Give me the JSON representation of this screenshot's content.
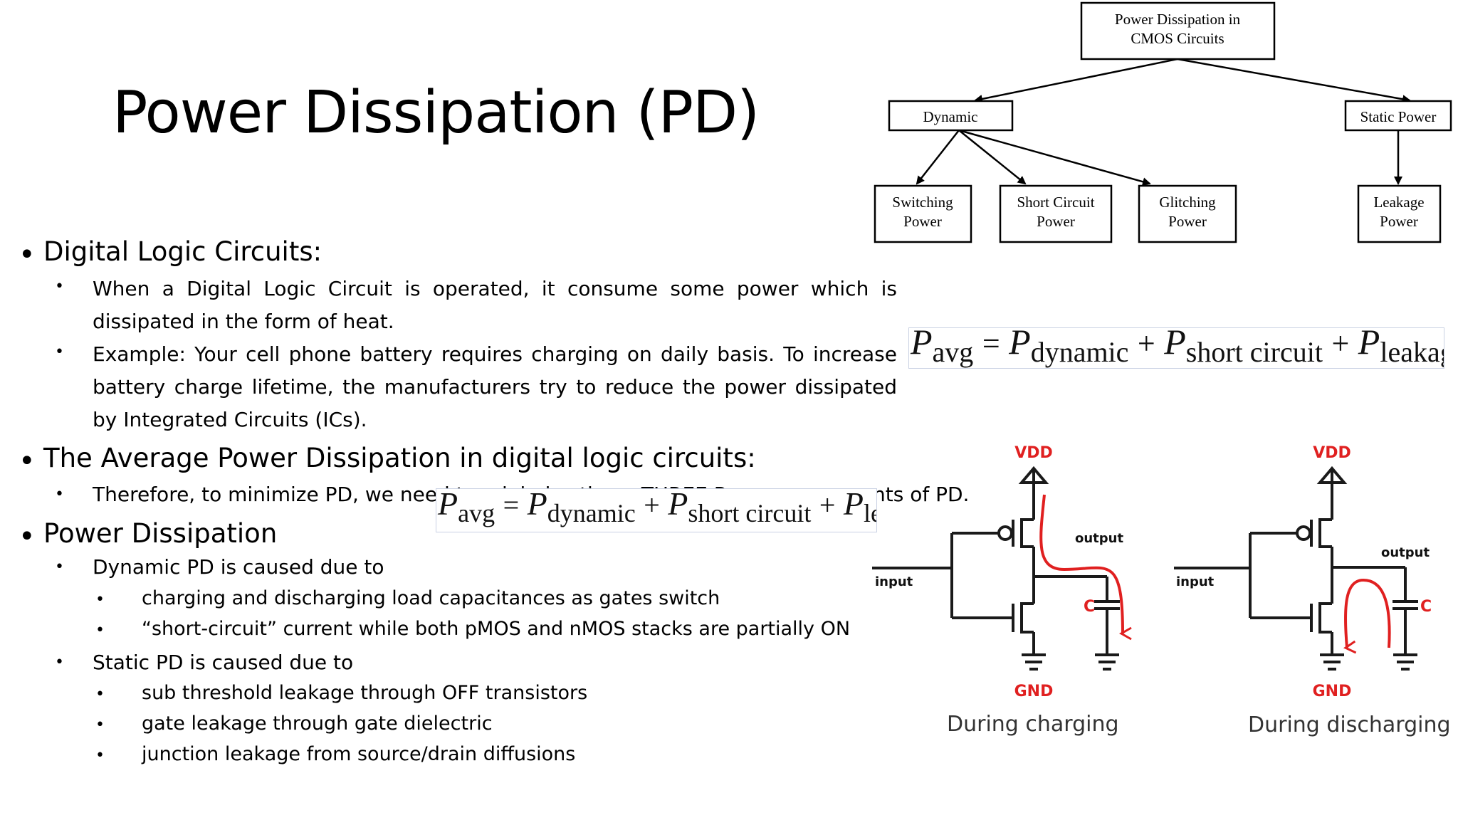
{
  "slide": {
    "title": "Power Dissipation (PD)"
  },
  "content": {
    "s1_heading": "Digital Logic Circuits:",
    "s1_p1": "When a Digital Logic Circuit is operated, it consume  some power which is dissipated in the form of heat.",
    "s1_p2": "Example: Your cell phone battery requires charging on daily basis. To increase battery charge lifetime, the manufacturers try to reduce the power dissipated by Integrated Circuits (ICs).",
    "s2_heading": "The Average Power Dissipation in digital logic circuits:",
    "s2_p1": "Therefore, to minimize PD, we need to minimize these THREE Power components of PD.",
    "s3_heading": "Power Dissipation",
    "dyn_heading": "Dynamic PD is caused due to",
    "dyn_1": "charging and discharging load capacitances as gates switch",
    "dyn_2": "“short-circuit” current while both pMOS and nMOS stacks are  partially ON",
    "stat_heading": "Static PD is caused due to",
    "stat_1": "sub threshold leakage through OFF transistors",
    "stat_2": "gate leakage through gate dielectric",
    "stat_3": "junction leakage from source/drain diffusions"
  },
  "tree": {
    "root_line1": "Power Dissipation in",
    "root_line2": "CMOS Circuits",
    "dynamic": "Dynamic",
    "static": "Static Power",
    "switching_1": "Switching",
    "switching_2": "Power",
    "short_1": "Short Circuit",
    "short_2": "Power",
    "glitch_1": "Glitching",
    "glitch_2": "Power",
    "leak_1": "Leakage",
    "leak_2": "Power"
  },
  "formula": {
    "p": "P",
    "avg": "avg",
    "eq": "=",
    "plus": "+",
    "dynamic": "dynamic",
    "short": "short circuit",
    "leakage": "leakage"
  },
  "circuits": {
    "vdd": "VDD",
    "gnd": "GND",
    "input": "input",
    "output": "output",
    "cap": "C",
    "caption_left": "During charging",
    "caption_right": "During discharging",
    "colors": {
      "annotation": "#e02020",
      "wire": "#1a1a1a"
    }
  }
}
